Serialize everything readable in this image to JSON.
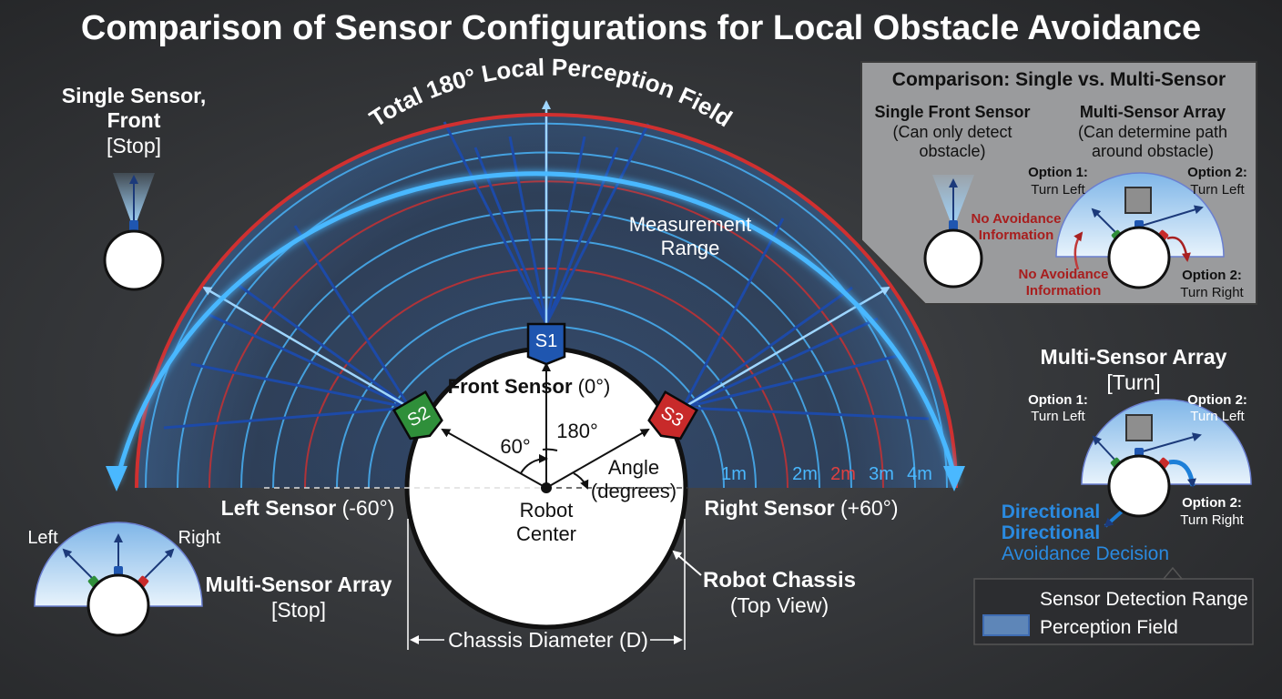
{
  "title": "Comparison of Sensor Configurations for Local Obstacle Avoidance",
  "arc_label": "Total 180° Local Perception Field",
  "measurement_range": [
    "Measurement",
    "Range"
  ],
  "range_labels": [
    "1m",
    "2m",
    "2m",
    "3m",
    "4m"
  ],
  "sensors": {
    "s1": "S1",
    "s2": "S2",
    "s3": "S3"
  },
  "front_sensor": {
    "name": "Front Sensor",
    "angle": "(0°)"
  },
  "left_sensor": {
    "name": "Left Sensor",
    "angle": "(-60°)"
  },
  "right_sensor": {
    "name": "Right Sensor",
    "angle": "(+60°)"
  },
  "angles": {
    "a60": "60°",
    "a180": "180°",
    "angle_label": [
      "Angle",
      "(degrees)"
    ]
  },
  "robot_center": [
    "Robot",
    "Center"
  ],
  "robot_chassis": {
    "name": "Robot Chassis",
    "view": "(Top View)"
  },
  "chassis_diameter": "Chassis Diameter (D)",
  "single_front_topleft": {
    "line1": "Single Sensor,",
    "line2": "Front",
    "state": "[Stop]"
  },
  "multi_stop": {
    "name": "Multi-Sensor Array",
    "state": "[Stop]",
    "left": "Left",
    "right": "Right"
  },
  "comparison_panel": {
    "title": "Comparison: Single vs. Multi-Sensor",
    "single": {
      "name": "Single Front Sensor",
      "desc": [
        "(Can only detect",
        "obstacle)"
      ]
    },
    "multi": {
      "name": "Multi-Sensor Array",
      "desc": [
        "(Can determine path",
        "around obstacle)"
      ]
    },
    "option1": {
      "name": "Option 1:",
      "action": "Turn Left"
    },
    "option2_top": {
      "name": "Option 2:",
      "action": "Turn Left"
    },
    "option2_bottom": {
      "name": "Option 2:",
      "action": "Turn Right"
    },
    "no_avoid_1": [
      "No Avoidance",
      "Information"
    ],
    "no_avoid_2": [
      "No Avoidance",
      "Information"
    ]
  },
  "multi_turn": {
    "name": "Multi-Sensor Array",
    "state": "[Turn]",
    "option1": {
      "name": "Option 1:",
      "action": "Turn Left"
    },
    "option2_top": {
      "name": "Option 2:",
      "action": "Turn Left"
    },
    "option2_bottom": {
      "name": "Option 2:",
      "action": "Turn Right"
    },
    "decision": [
      "Directional",
      "Directional",
      "Avoidance Decision"
    ]
  },
  "legend": {
    "items": [
      {
        "label": "Sensor Detection Range",
        "color": "#4ab8ff"
      },
      {
        "label": "Perception Field",
        "color": "#5e86b8"
      }
    ]
  },
  "colors": {
    "arc_blue": "#4ab8ff",
    "arc_red": "#d03030",
    "sensor_s1": "#1f56b0",
    "sensor_s2": "#2f8f3a",
    "sensor_s3": "#c82a2a"
  }
}
